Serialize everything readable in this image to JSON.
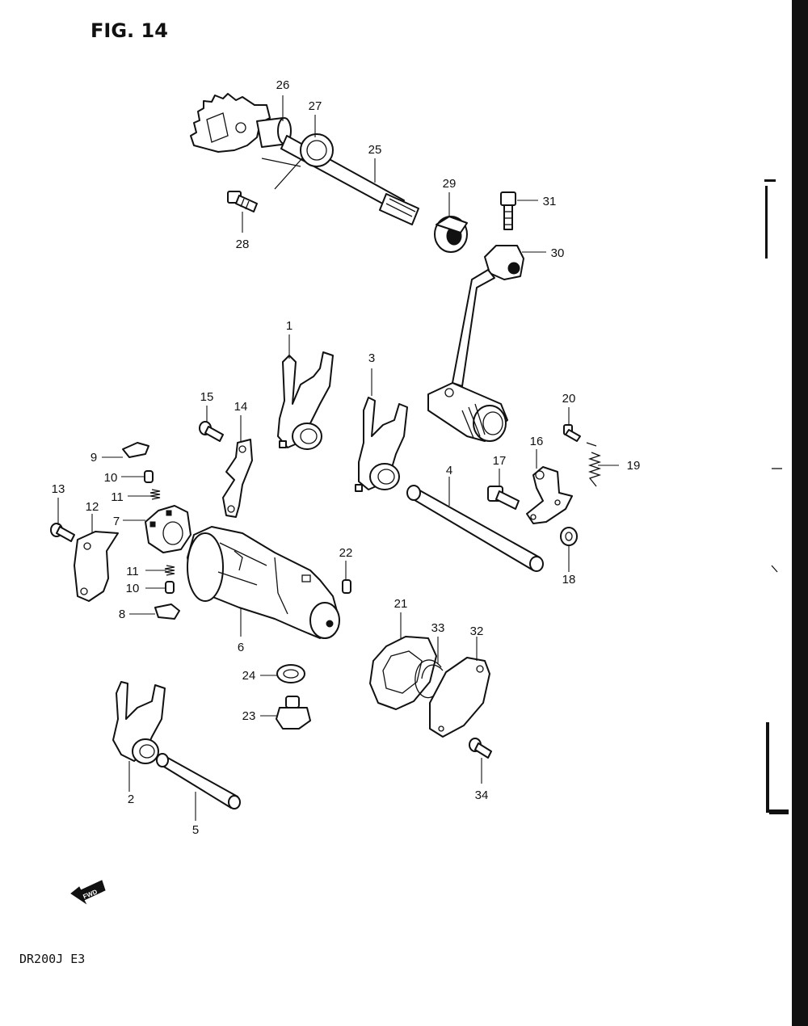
{
  "figure": {
    "title": "FIG. 14",
    "model_code": "DR200J  E3",
    "direction_label": "FWD"
  },
  "callouts": {
    "c1": "1",
    "c2": "2",
    "c3": "3",
    "c4": "4",
    "c5": "5",
    "c6": "6",
    "c7": "7",
    "c8": "8",
    "c9": "9",
    "c10a": "10",
    "c10b": "10",
    "c11a": "11",
    "c11b": "11",
    "c12": "12",
    "c13": "13",
    "c14": "14",
    "c15": "15",
    "c16": "16",
    "c17": "17",
    "c18": "18",
    "c19": "19",
    "c20": "20",
    "c21": "21",
    "c22": "22",
    "c23": "23",
    "c24": "24",
    "c25": "25",
    "c26": "26",
    "c27": "27",
    "c28": "28",
    "c29": "29",
    "c30": "30",
    "c31": "31",
    "c32": "32",
    "c33": "33",
    "c34": "34"
  }
}
